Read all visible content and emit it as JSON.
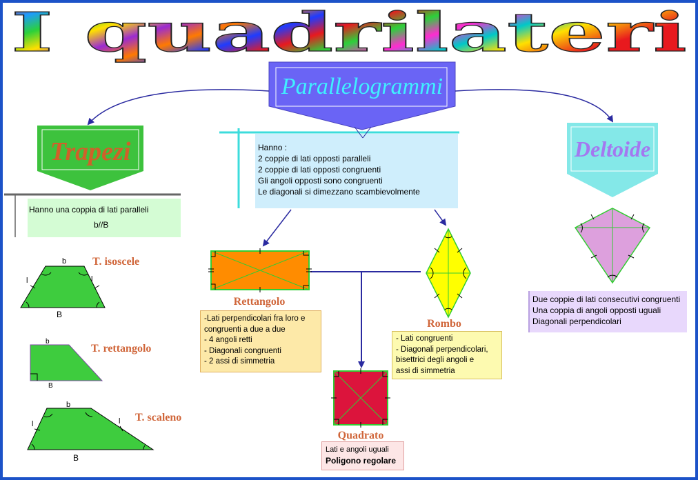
{
  "title": "I quadrilateri",
  "colors": {
    "border": "#1c52c8",
    "arrow": "#2a2aa0",
    "parallelogram_box": "#6a64f5",
    "trapezoid_box": "#3dc23d",
    "trapezoid_label": "#d0602a",
    "kite_box": "#84e8e8",
    "kite_label": "#a478f0",
    "shape_label": "#d0663a",
    "rectangle_fill": "#ff8c00",
    "rhombus_fill": "#ffff00",
    "square_fill": "#dc143c",
    "kite_fill": "#dda0dd",
    "trapezoid_fill": "#3ecc3e"
  },
  "categories": {
    "parallelogrammi": "Parallelogrammi",
    "trapezi": "Trapezi",
    "deltoide": "Deltoide"
  },
  "parallelogram_info": [
    "Hanno :",
    "2 coppie di lati opposti paralleli",
    "2 coppie di lati opposti congruenti",
    "Gli angoli opposti sono congruenti",
    "Le diagonali si dimezzano scambievolmente"
  ],
  "trapezoid_info": {
    "line1": "Hanno una coppia di lati paralleli",
    "line2": "b//B"
  },
  "kite_info": [
    "Due coppie di lati consecutivi congruenti",
    "Una coppia di angoli opposti uguali",
    "Diagonali perpendicolari"
  ],
  "shapes": {
    "rettangolo": {
      "label": "Rettangolo",
      "info": [
        "-Lati perpendicolari fra loro e",
        "congruenti a due a due",
        "- 4 angoli retti",
        "- Diagonali congruenti",
        "- 2 assi di simmetria"
      ]
    },
    "rombo": {
      "label": "Rombo",
      "info": [
        "- Lati congruenti",
        "- Diagonali perpendicolari,",
        "bisettrici degli angoli e",
        "assi di simmetria"
      ]
    },
    "quadrato": {
      "label": "Quadrato",
      "info": [
        "Lati e angoli uguali",
        "Poligono regolare"
      ]
    }
  },
  "trapezoids": {
    "isoscele": {
      "label": "T. isoscele",
      "b": "b",
      "B": "B",
      "l1": "l",
      "l2": "l"
    },
    "rettangolo": {
      "label": "T. rettangolo",
      "b": "b",
      "B": "B"
    },
    "scaleno": {
      "label": "T. scaleno",
      "b": "b",
      "B": "B",
      "l1": "l",
      "l2": "l"
    }
  }
}
